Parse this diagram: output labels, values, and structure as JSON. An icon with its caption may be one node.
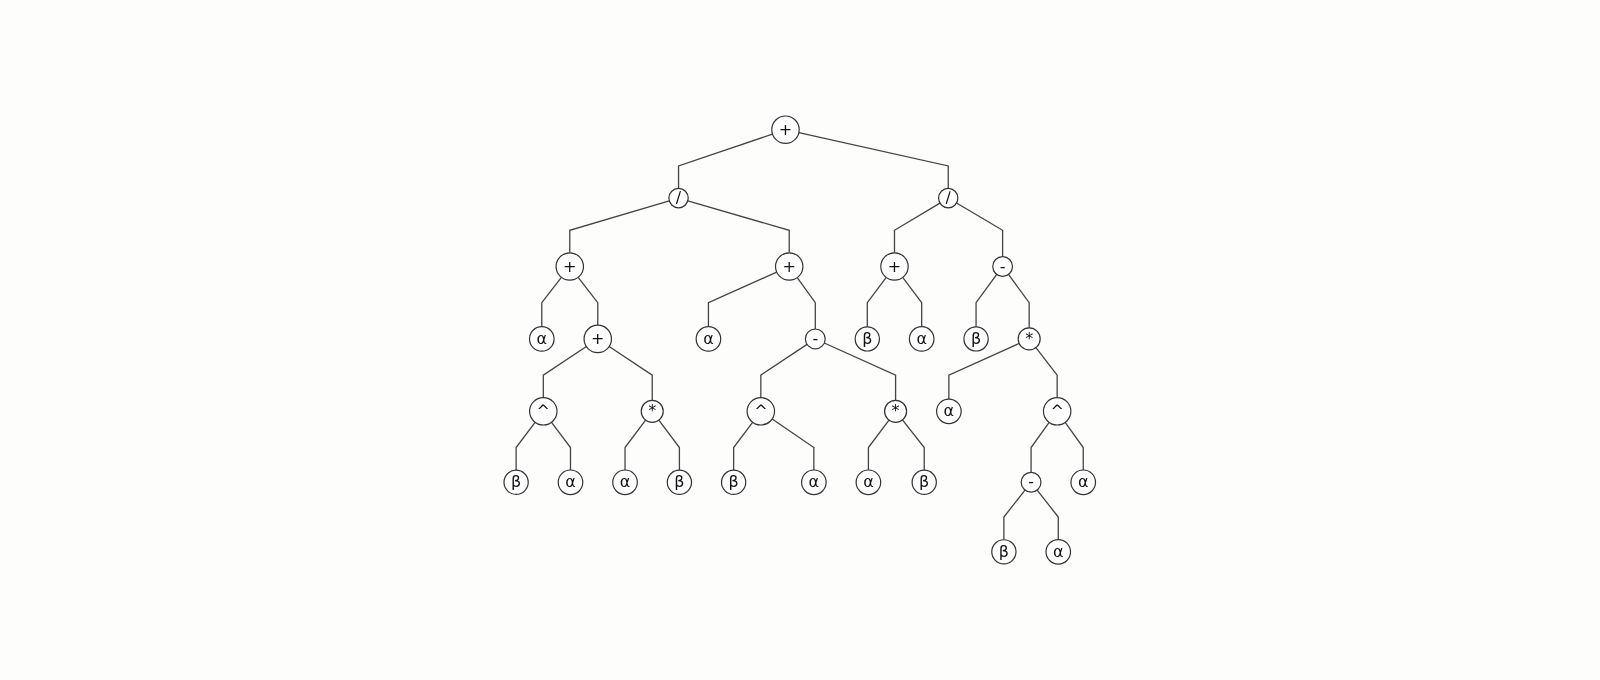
{
  "diagram": {
    "nodes": [
      {
        "text": [
          "+"
        ]
      },
      {
        "text": [
          "/"
        ]
      },
      {
        "text": [
          "/"
        ]
      },
      {
        "text": [
          "+"
        ]
      },
      {
        "text": [
          "+"
        ]
      },
      {
        "text": [
          "+"
        ]
      },
      {
        "text": [
          "-"
        ]
      },
      {
        "text": [
          "α"
        ]
      },
      {
        "text": [
          "+"
        ]
      },
      {
        "text": [
          "α"
        ]
      },
      {
        "text": [
          "-"
        ]
      },
      {
        "text": [
          "β"
        ]
      },
      {
        "text": [
          "α"
        ]
      },
      {
        "text": [
          "β"
        ]
      },
      {
        "text": [
          "*"
        ]
      },
      {
        "text": [
          "^"
        ]
      },
      {
        "text": [
          "*"
        ]
      },
      {
        "text": [
          "^"
        ]
      },
      {
        "text": [
          "*"
        ]
      },
      {
        "text": [
          "α"
        ]
      },
      {
        "text": [
          "^"
        ]
      },
      {
        "text": [
          "β"
        ]
      },
      {
        "text": [
          "α"
        ]
      },
      {
        "text": [
          "α"
        ]
      },
      {
        "text": [
          "β"
        ]
      },
      {
        "text": [
          "β"
        ]
      },
      {
        "text": [
          "α"
        ]
      },
      {
        "text": [
          "α"
        ]
      },
      {
        "text": [
          "β"
        ]
      },
      {
        "text": [
          "-"
        ]
      },
      {
        "text": [
          "α"
        ]
      },
      {
        "text": [
          "β"
        ]
      },
      {
        "text": [
          "α"
        ]
      }
    ],
    "edges": [
      {
        "from": 0,
        "to": 1,
        "arrow": "none"
      },
      {
        "from": 0,
        "to": 2,
        "arrow": "none"
      },
      {
        "from": 1,
        "to": 3,
        "arrow": "none"
      },
      {
        "from": 1,
        "to": 4,
        "arrow": "none"
      },
      {
        "from": 2,
        "to": 5,
        "arrow": "none"
      },
      {
        "from": 2,
        "to": 6,
        "arrow": "none"
      },
      {
        "from": 3,
        "to": 7,
        "arrow": "none"
      },
      {
        "from": 3,
        "to": 8,
        "arrow": "none"
      },
      {
        "from": 4,
        "to": 9,
        "arrow": "none"
      },
      {
        "from": 4,
        "to": 10,
        "arrow": "none"
      },
      {
        "from": 5,
        "to": 11,
        "arrow": "none"
      },
      {
        "from": 5,
        "to": 12,
        "arrow": "none"
      },
      {
        "from": 6,
        "to": 13,
        "arrow": "none"
      },
      {
        "from": 6,
        "to": 14,
        "arrow": "none"
      },
      {
        "from": 8,
        "to": 15,
        "arrow": "none"
      },
      {
        "from": 8,
        "to": 16,
        "arrow": "none"
      },
      {
        "from": 10,
        "to": 17,
        "arrow": "none"
      },
      {
        "from": 10,
        "to": 18,
        "arrow": "none"
      },
      {
        "from": 14,
        "to": 19,
        "arrow": "none"
      },
      {
        "from": 14,
        "to": 20,
        "arrow": "none"
      },
      {
        "from": 15,
        "to": 21,
        "arrow": "none"
      },
      {
        "from": 15,
        "to": 22,
        "arrow": "none"
      },
      {
        "from": 16,
        "to": 23,
        "arrow": "none"
      },
      {
        "from": 16,
        "to": 24,
        "arrow": "none"
      },
      {
        "from": 17,
        "to": 25,
        "arrow": "none"
      },
      {
        "from": 17,
        "to": 26,
        "arrow": "none"
      },
      {
        "from": 18,
        "to": 27,
        "arrow": "none"
      },
      {
        "from": 18,
        "to": 28,
        "arrow": "none"
      },
      {
        "from": 20,
        "to": 29,
        "arrow": "none"
      },
      {
        "from": 20,
        "to": 30,
        "arrow": "none"
      },
      {
        "from": 29,
        "to": 31,
        "arrow": "none"
      },
      {
        "from": 29,
        "to": 32,
        "arrow": "none"
      }
    ]
  }
}
